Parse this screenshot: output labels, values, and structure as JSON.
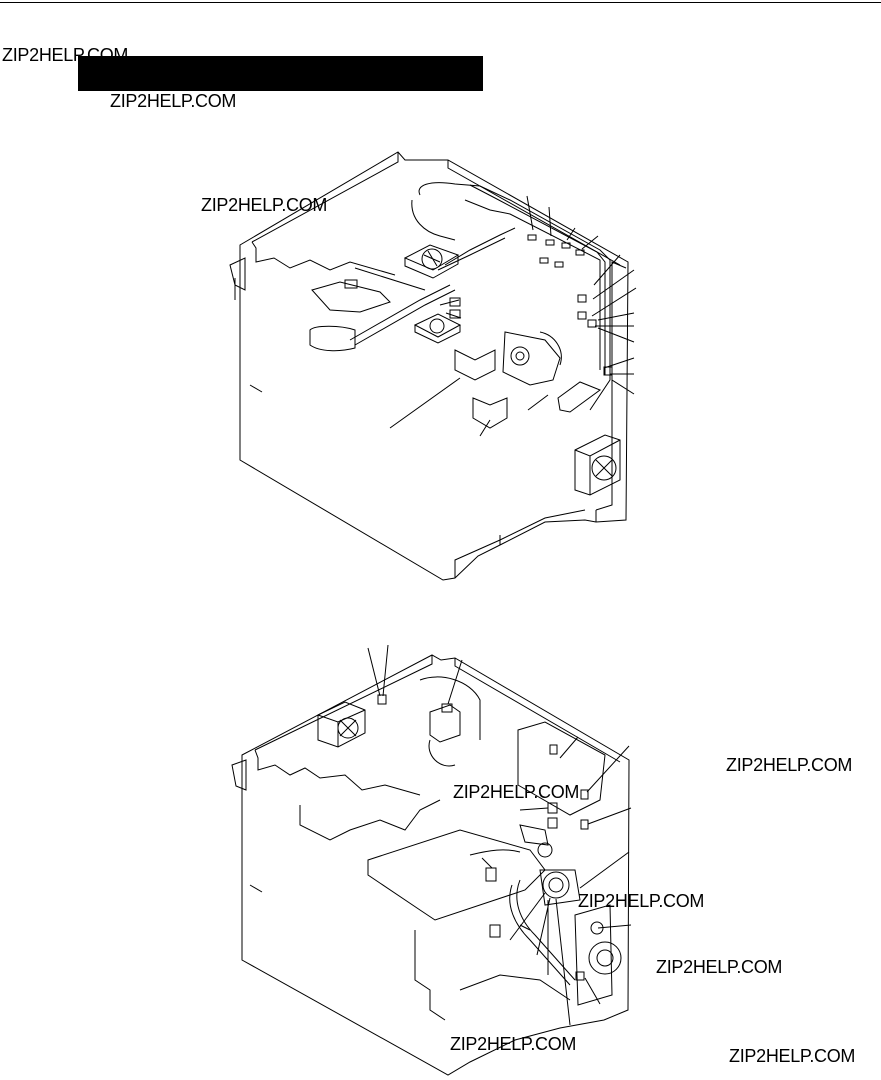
{
  "page": {
    "title_bar_text": ""
  },
  "watermarks": [
    "ZIP2HELP.COM",
    "ZIP2HELP.COM",
    "ZIP2HELP.COM",
    "ZIP2HELP.COM",
    "ZIP2HELP.COM",
    "ZIP2HELP.COM",
    "ZIP2HELP.COM",
    "ZIP2HELP.COM",
    "ZIP2HELP.COM"
  ],
  "figures": [
    {
      "name": "upper-rear-view-diagram",
      "icon": "printer-wiring-diagram-icon"
    },
    {
      "name": "lower-left-view-diagram",
      "icon": "printer-drive-diagram-icon"
    }
  ]
}
